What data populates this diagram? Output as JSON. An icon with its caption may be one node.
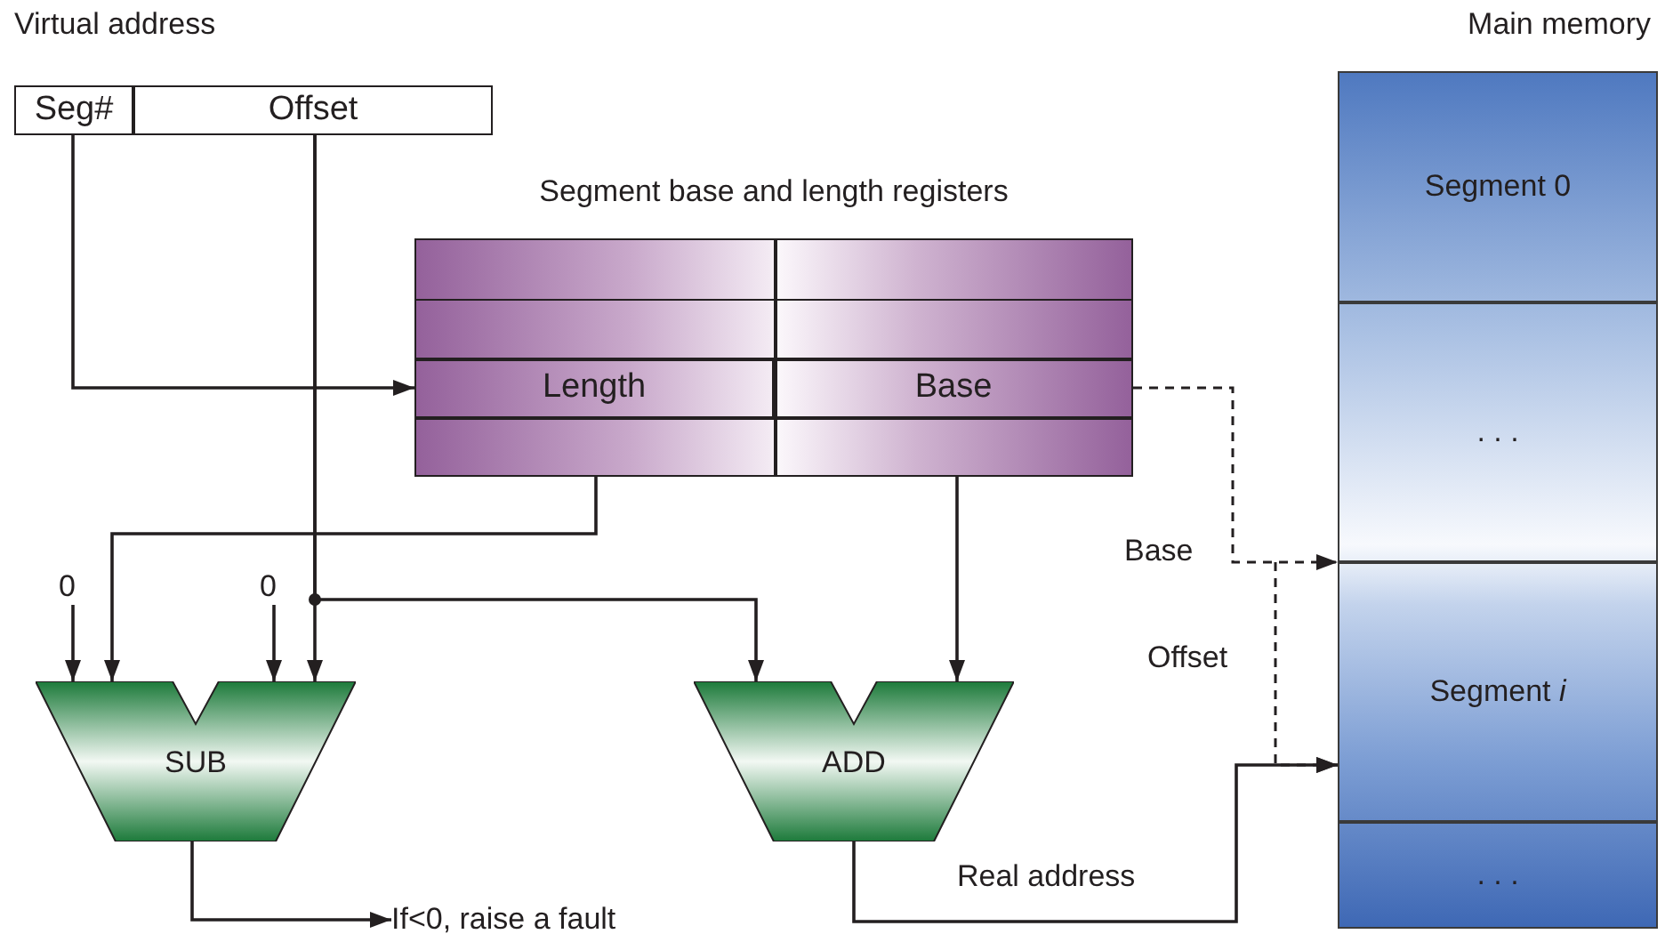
{
  "diagram": {
    "nodes": [
      {
        "text": [
          "Virtual address"
        ]
      },
      {
        "text": [
          "Seg#"
        ],
        "in": 0
      },
      {
        "text": [
          "Offset"
        ],
        "in": 0
      },
      {
        "text": [
          "Segment base and length registers"
        ]
      },
      {
        "text": [
          "Length"
        ],
        "in": 3
      },
      {
        "text": [
          "Base"
        ],
        "in": 3
      },
      {
        "text": [
          "Main memory"
        ]
      },
      {
        "text": [
          "Segment 0"
        ],
        "in": 6
      },
      {
        "text": [
          ". . ."
        ],
        "in": 6
      },
      {
        "text": [
          "Segment *i*"
        ],
        "in": 6
      },
      {
        "text": [
          ". . ."
        ],
        "in": 6
      },
      {
        "text": [
          "0"
        ]
      },
      {
        "text": [
          "0"
        ]
      },
      {
        "text": [
          "SUB"
        ]
      },
      {
        "text": [
          "ADD"
        ]
      },
      {
        "text": [
          "If<0, raise a fault"
        ]
      }
    ],
    "edges": [
      {
        "from": 1,
        "to": 4,
        "arrow": "to"
      },
      {
        "from": 2,
        "to": 13,
        "arrow": "to"
      },
      {
        "from": 2,
        "to": 14,
        "arrow": "to"
      },
      {
        "from": 4,
        "to": 13,
        "arrow": "to"
      },
      {
        "from": 5,
        "to": 14,
        "arrow": "to"
      },
      {
        "from": 11,
        "to": 13,
        "arrow": "to"
      },
      {
        "from": 12,
        "to": 13,
        "arrow": "to"
      },
      {
        "from": 13,
        "to": 15,
        "arrow": "to"
      },
      {
        "from": 14,
        "to": 9,
        "arrow": "to",
        "label": "Real address"
      },
      {
        "from": 5,
        "to": 9,
        "arrow": "to",
        "label": "Base",
        "style": "dashed"
      },
      {
        "from": null,
        "to": 9,
        "arrow": "to",
        "label": "Offset",
        "style": "dashed"
      }
    ]
  }
}
